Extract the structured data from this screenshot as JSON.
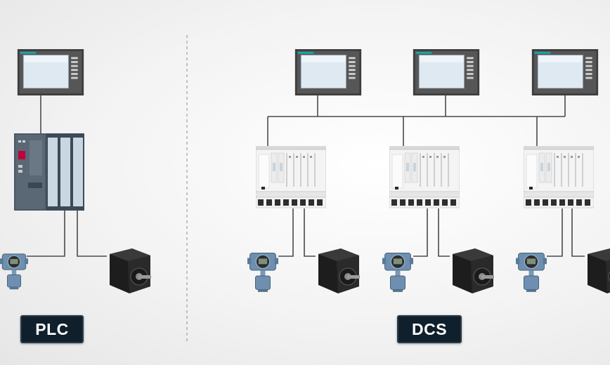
{
  "labels": {
    "plc": "PLC",
    "dcs": "DCS"
  },
  "colors": {
    "wire": "#4a4a4a",
    "hmi_frame": "#3e3e3e",
    "hmi_screen": "#dfe9f2",
    "label_bg": "#0f1f2b",
    "label_text": "#ffffff"
  },
  "sections": {
    "plc": {
      "hmi_panels": 1,
      "controllers": 1,
      "field_devices": [
        "flow-transmitter",
        "servo-motor"
      ]
    },
    "dcs": {
      "hmi_panels": 3,
      "controllers": 3,
      "field_devices_per_controller": [
        "flow-transmitter",
        "servo-motor"
      ]
    }
  }
}
